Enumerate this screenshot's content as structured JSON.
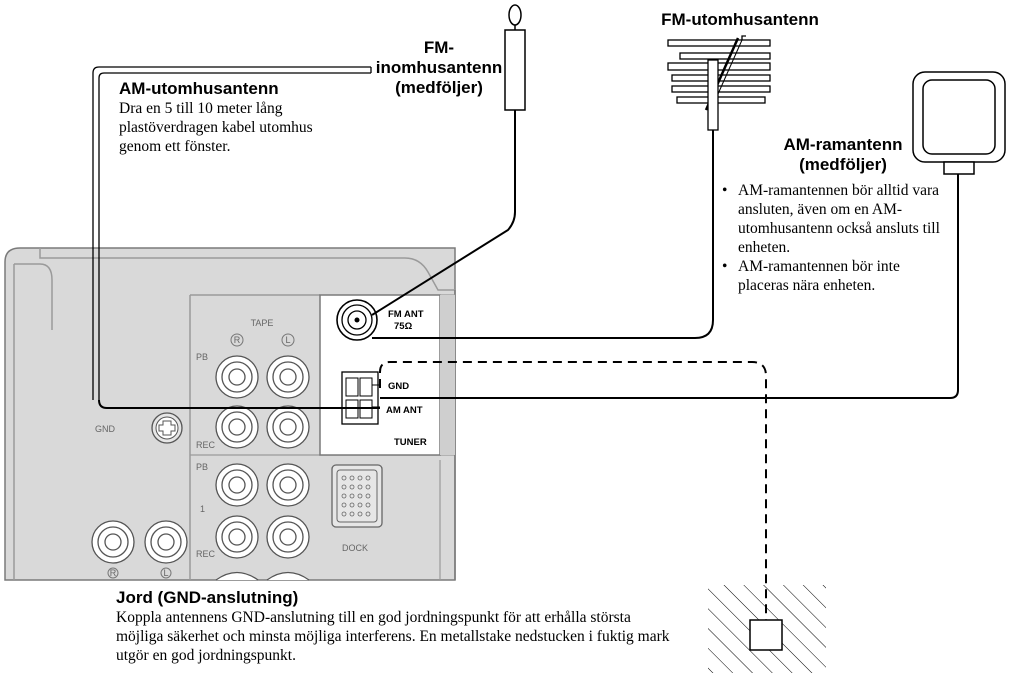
{
  "labels": {
    "am_outdoor_title": "AM-utomhusantenn",
    "am_outdoor_text": "Dra en 5 till 10 meter lång plastöverdragen kabel utomhus genom ett fönster.",
    "fm_indoor_title_1": "FM-",
    "fm_indoor_title_2": "inomhusantenn",
    "fm_indoor_title_3": "(medföljer)",
    "fm_outdoor_title": "FM-utomhusantenn",
    "am_loop_title_1": "AM-ramantenn",
    "am_loop_title_2": "(medföljer)",
    "am_loop_bullet_1": "AM-ramantennen bör alltid vara ansluten, även om en AM-utomhusantenn också ansluts till enheten.",
    "am_loop_bullet_2": "AM-ramantennen bör inte placeras nära enheten.",
    "ground_title": "Jord (GND-anslutning)",
    "ground_text": "Koppla antennens GND-anslutning till en god jordningspunkt för att erhålla största möjliga säkerhet och minsta möjliga interferens. En metallstake nedstucken i fuktig mark utgör en god jordningspunkt."
  },
  "panel": {
    "tape": "TAPE",
    "pb": "PB",
    "rec": "REC",
    "gnd": "GND",
    "one": "1",
    "dock": "DOCK",
    "r": "R",
    "l": "L",
    "fm_ant": "FM ANT",
    "ohm": "75Ω",
    "gnd_term": "GND",
    "am_ant": "AM ANT",
    "tuner": "TUNER"
  }
}
